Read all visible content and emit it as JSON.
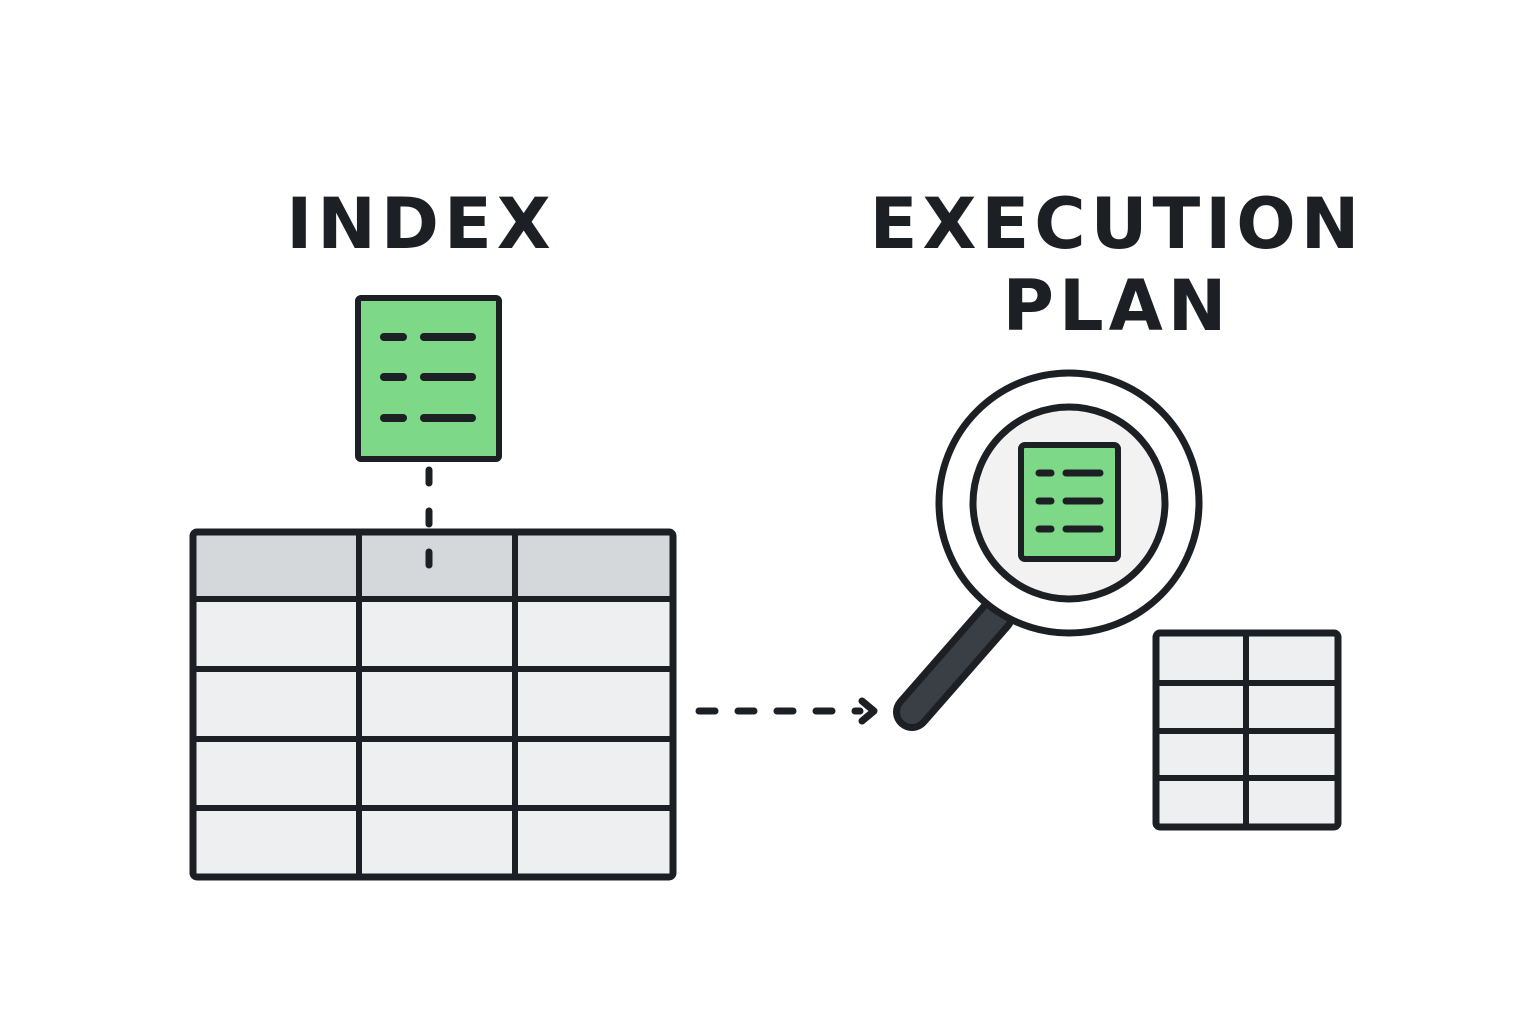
{
  "labels": {
    "index": "INDEX",
    "plan_line1": "EXECUTION",
    "plan_line2": "PLAN"
  },
  "icons": {
    "index_document": "document-icon",
    "magnifier": "magnifying-glass-icon",
    "inspected_document": "document-icon",
    "arrow": "dashed-arrow-icon",
    "result_table": "table-icon"
  },
  "colors": {
    "outline": "#1c1f24",
    "index_green": "#7dd987",
    "table_header": "#d5d8db",
    "table_cell": "#eeeff0",
    "lens_fill": "#f2f2f3",
    "handle": "#3a3f45",
    "background": "#ffffff"
  }
}
